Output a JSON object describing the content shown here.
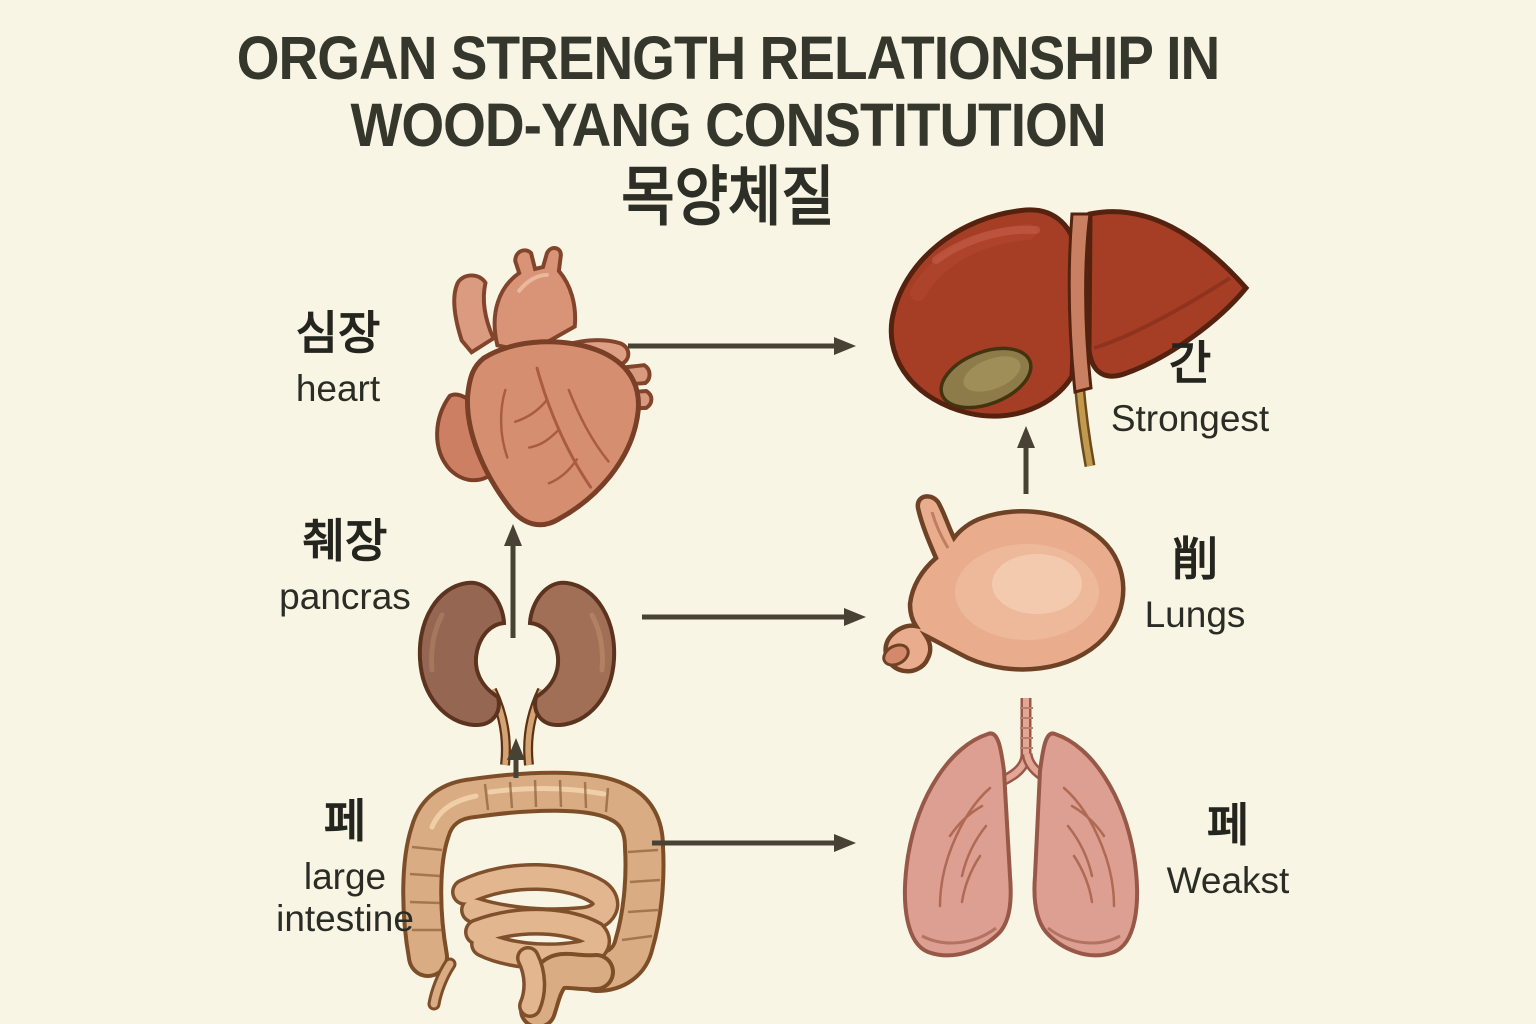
{
  "title": {
    "line1": "ORGAN STRENGTH RELATIONSHIP IN",
    "line2": "WOOD-YANG CONSTITUTION",
    "line3": "목양체질"
  },
  "organs": {
    "heart": {
      "korean": "심장",
      "english": "heart"
    },
    "pancreas": {
      "korean": "췌장",
      "english": "pancras"
    },
    "large_intestine": {
      "korean": "페",
      "english": "large intestine"
    },
    "liver": {
      "korean": "간",
      "english": "Strongest"
    },
    "stomach": {
      "korean": "削",
      "english": "Lungs"
    },
    "lungs": {
      "korean": "페",
      "english": "Weakst"
    }
  },
  "relationships": [
    {
      "from": "heart",
      "to": "liver",
      "direction": "right"
    },
    {
      "from": "kidneys",
      "to": "stomach",
      "direction": "right"
    },
    {
      "from": "large_intestine",
      "to": "lungs",
      "direction": "right"
    },
    {
      "from": "kidneys",
      "to": "heart",
      "direction": "up"
    },
    {
      "from": "large_intestine",
      "to": "kidneys",
      "direction": "up"
    },
    {
      "from": "stomach",
      "to": "liver",
      "direction": "up"
    }
  ],
  "colors": {
    "background": "#f9f5e4",
    "title_text": "#35362c",
    "label_text": "#24251e",
    "arrow": "#474234",
    "liver_red": "#a63e26",
    "heart_salmon": "#d68e70",
    "kidney_brown": "#996751",
    "stomach_pink": "#e9ac8d",
    "lung_pink": "#dd9f92",
    "intestine_tan": "#d9ac83",
    "gallbladder_olive": "#8d7c4a"
  }
}
